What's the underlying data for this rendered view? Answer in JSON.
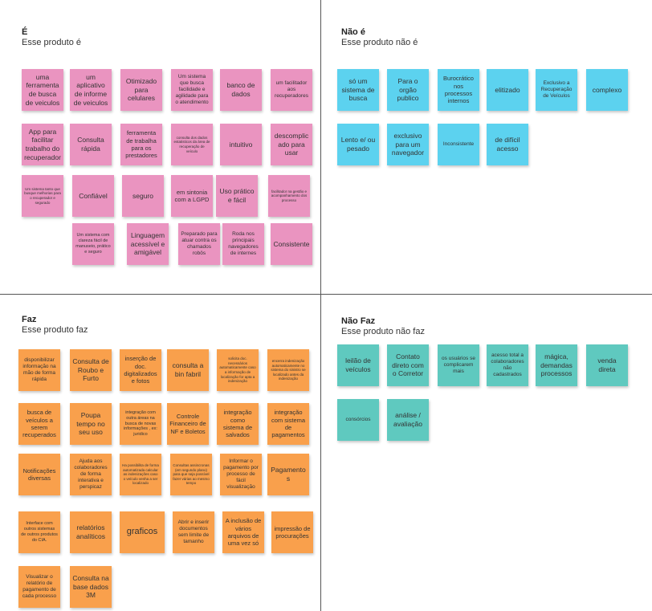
{
  "quadrants": {
    "e": {
      "title": "É",
      "subtitle": "Esse produto é",
      "notes": [
        "uma ferramenta de busca de veiculos",
        "um aplicativo de informe de veiculos",
        "Otimizado para celulares",
        "Um sistema que busca facilidade e agilidade para o atendimento",
        "banco de dados",
        "um facilitador aos recuperadores",
        "App para facilitar trabalho do recuperador",
        "Consulta rápida",
        "ferramenta de trabalha para os prestadores",
        "consulta dos dados estatisticos da área de recuperação de veículo",
        "intuitivo",
        "descomplicado para usar",
        "Um sistema tanto que busque melhorias para o recuperador e segurado",
        "Confiável",
        "seguro",
        "em sintonia com a LGPD",
        "Uso prático e fácil",
        "facilitador na gestão e acompanhamento dos processo",
        "Um sistema com clareza fácil de manuseio, prático e seguro",
        "Linguagem acessível e amigável",
        "Preparado para atuar contra os chamados robôs",
        "Roda nos principais navegadores de internes",
        "Consistente"
      ]
    },
    "nao_e": {
      "title": "Não é",
      "subtitle": "Esse produto não é",
      "notes": [
        "só um sistema de busca",
        "Para o orgão publico",
        "Burocrático nos processos internos",
        "elitizado",
        "Exclusivo a Recuperação de Veículos",
        "complexo",
        "Lento e/ ou pesado",
        "exclusivo para um navegador",
        "Inconsistente",
        "de difícil acesso"
      ]
    },
    "faz": {
      "title": "Faz",
      "subtitle": "Esse produto faz",
      "notes": [
        "disponibilizar informação na mão de forma rápida",
        "Consulta de Roubo e Furto",
        "inserção de doc. digitalizados e fotos",
        "consulta a bin fabril",
        "solicita doc. necessários automaticamente caso a informação de localização for apta a indenização",
        "encerra indenização automaticamente no sistema do sinistro se localizado antes da indenização",
        "busca de veículos a serem recuperados",
        "Poupa tempo no seu uso",
        "integração com outra áreas na busca de novas informações , ex: juridico",
        "Controle Financeiro de NF e Boletos",
        "integração como sistema de salvados",
        "integração com sistema de pagamentos",
        "Notificações diversas",
        "Ajuda aos colaboradores de forma interativa e perspicaz",
        "Ha possibilita de forma automatizada calcular as indenizações caso o veículo venha a ser localizado",
        "Consultas assincronas (em segundo plano) para que seja possível fazer várias ao mesmo tempo",
        "Informar o pagamento por processo de fácil visualização",
        "Pagamentos",
        "Interface com outros sistemas de outros produtos do CIA.",
        "relatórios analíticos",
        "graficos",
        "Abrir e inserir documentos sem limite de tamanho",
        "A inclusão de vários arquivos de uma vez só",
        "impressão de procurações",
        "Visualizar o relatório de pagamento de cada processo",
        "Consulta na base dados 3M"
      ]
    },
    "nao_faz": {
      "title": "Não Faz",
      "subtitle": "Esse produto não faz",
      "notes": [
        "leilão de veículos",
        "Contato direto com o Corretor",
        "os usuários se complicarem mais",
        "acesso total a colaboradores não cadastrados",
        "mágica, demandas processos",
        "venda direta",
        "consórcios",
        "análise / avaliação"
      ]
    }
  },
  "colors": {
    "e": "#ea94c0",
    "nao_e": "#5cd2ef",
    "faz": "#f9a04c",
    "nao_faz": "#5fc9bf",
    "divider": "#555555"
  }
}
